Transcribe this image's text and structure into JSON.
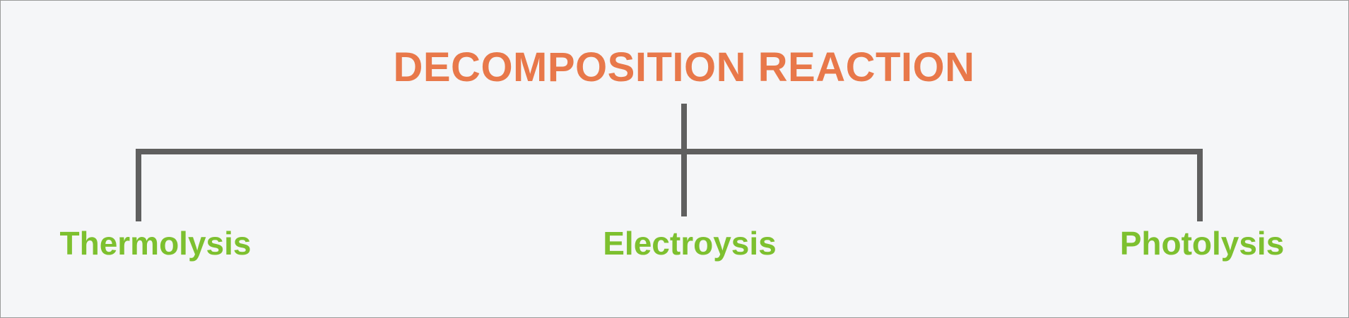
{
  "title": "DECOMPOSITION REACTION",
  "branches": [
    {
      "label": "Thermolysis"
    },
    {
      "label": "Electroysis"
    },
    {
      "label": "Photolysis"
    }
  ],
  "colors": {
    "title": "#e8784a",
    "branch_label": "#7dc02f",
    "connector": "#5f5f5f",
    "background": "#f5f6f8"
  }
}
